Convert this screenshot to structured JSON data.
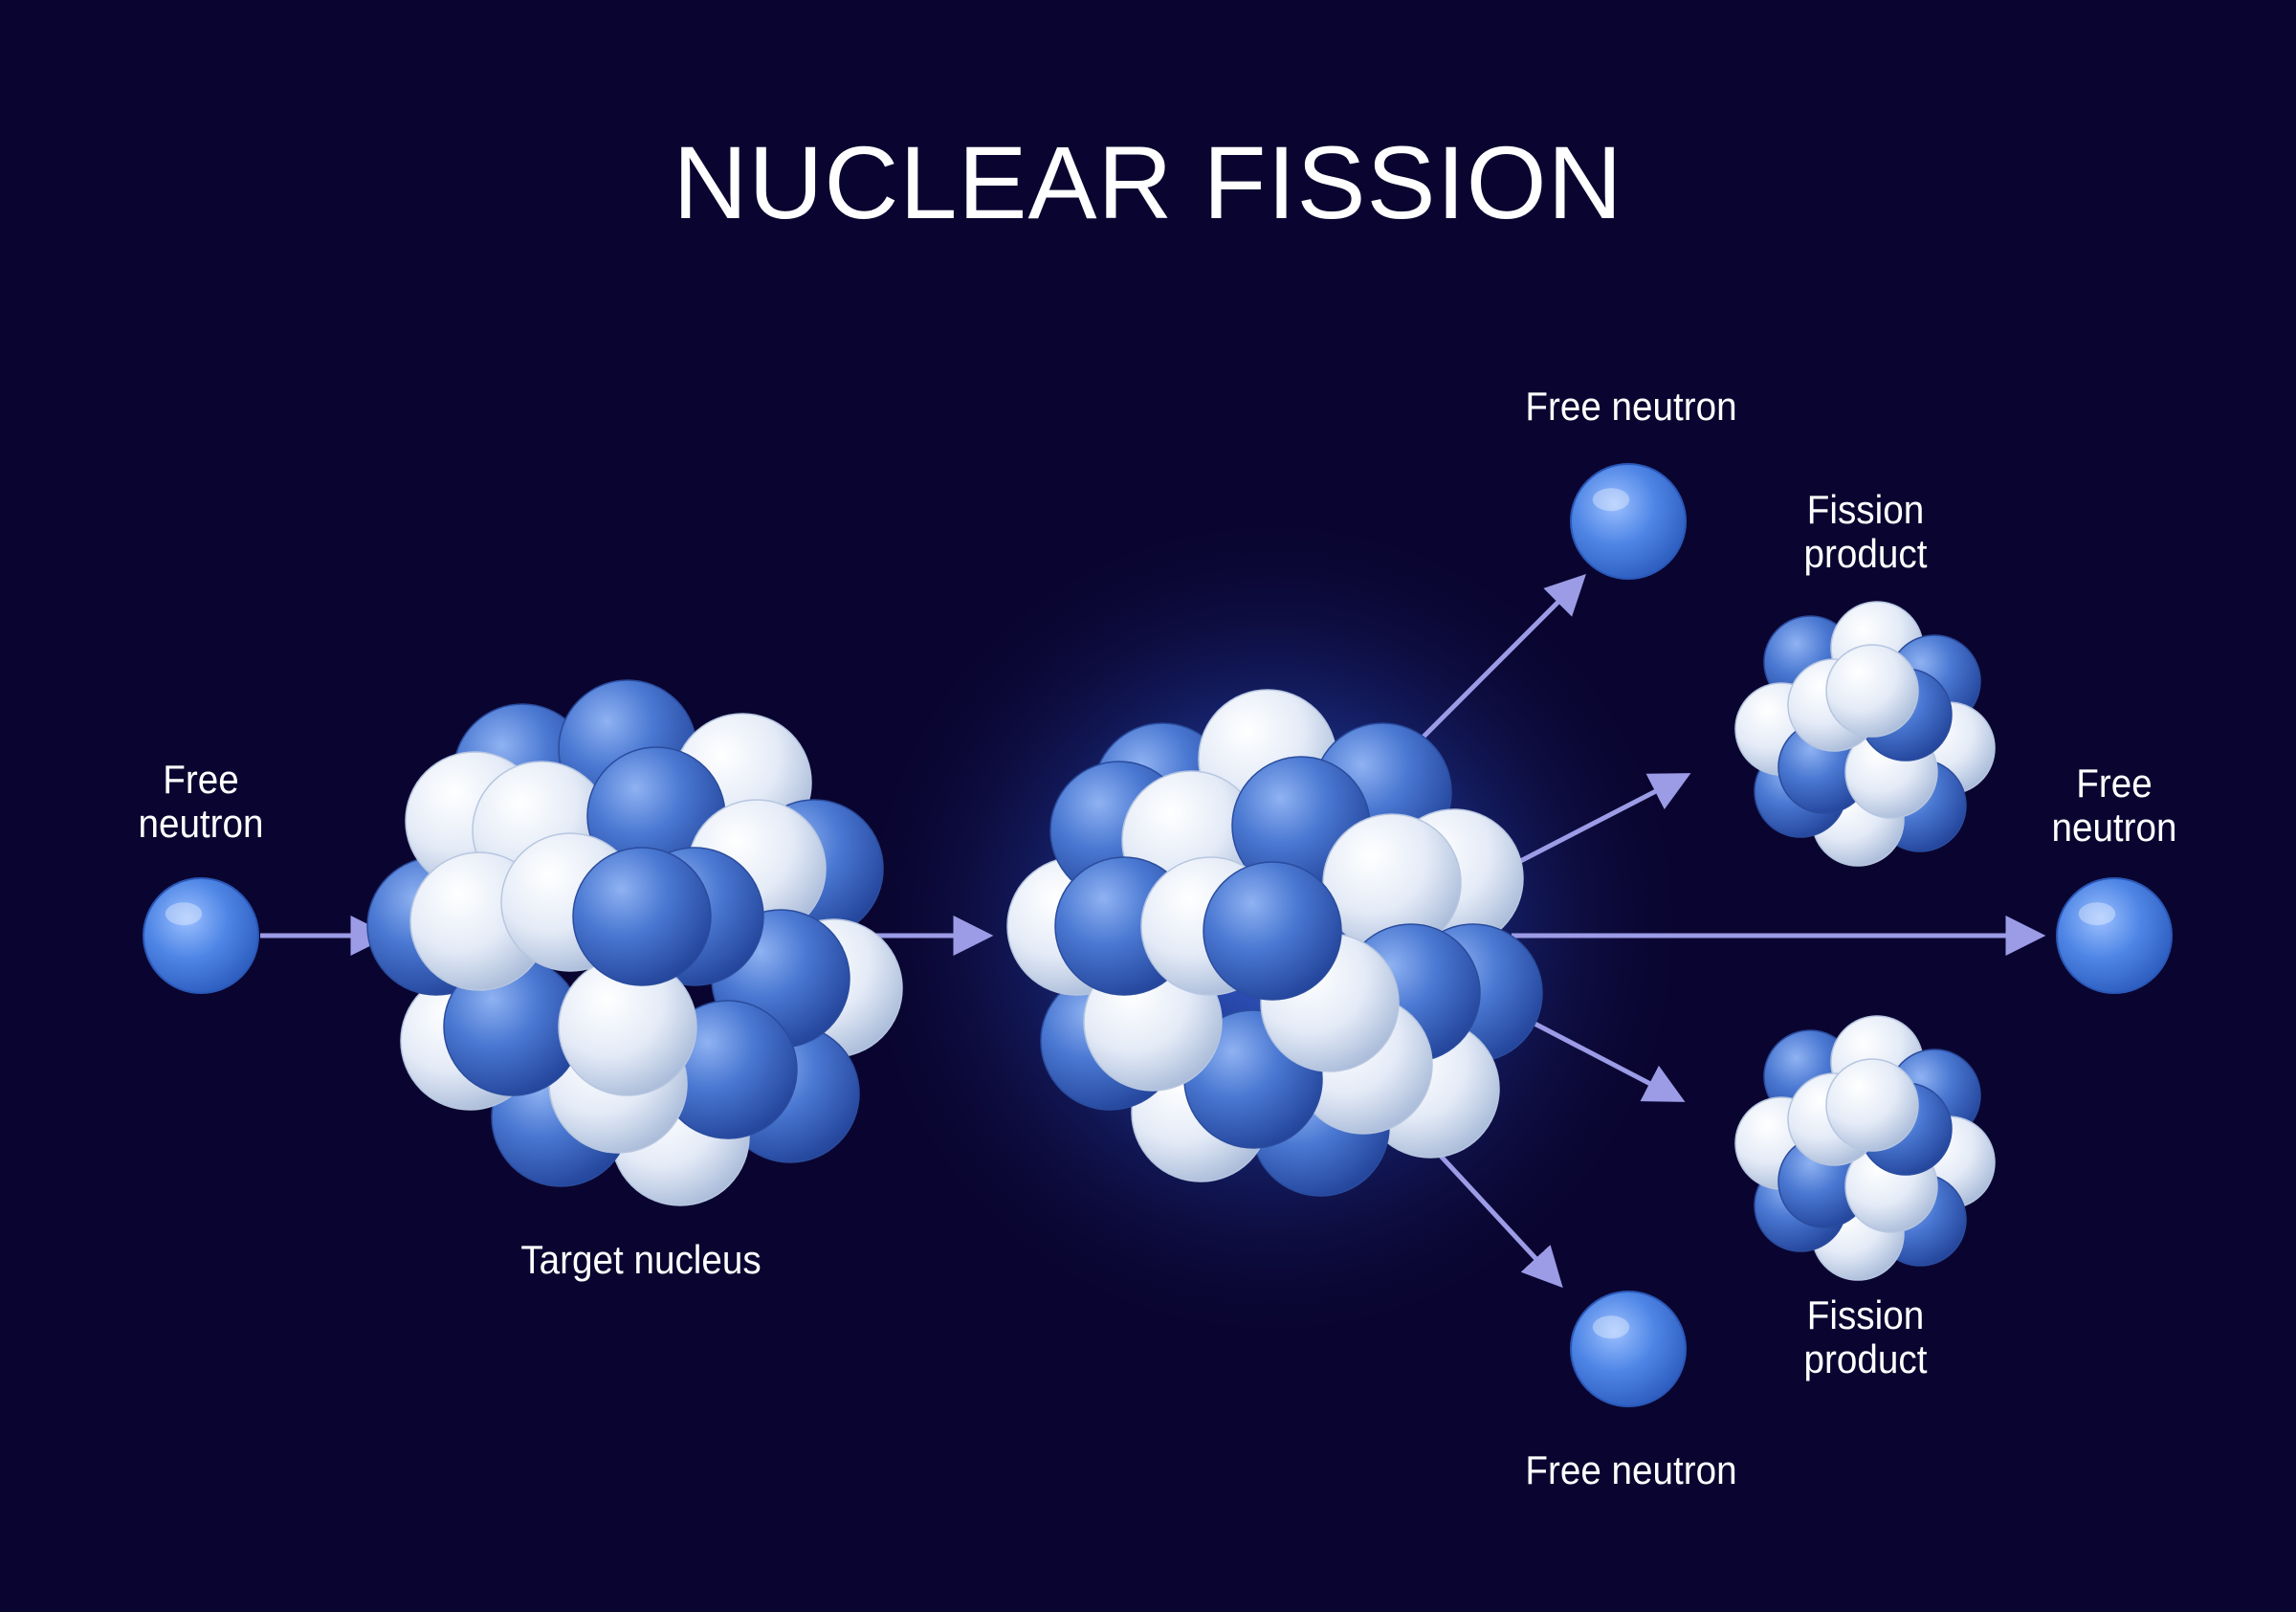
{
  "title": "NUCLEAR FISSION",
  "labels": {
    "free_neutron_in": [
      "Free",
      "neutron"
    ],
    "target_nucleus": "Target nucleus",
    "free_neutron_top": "Free neutron",
    "fission_product_top": [
      "Fission",
      "product"
    ],
    "free_neutron_right": [
      "Free",
      "neutron"
    ],
    "fission_product_bottom": [
      "Fission",
      "product"
    ],
    "free_neutron_bottom": "Free neutron"
  },
  "colors": {
    "background": "#0a0530",
    "nucleon_blue": "#3f6cc8",
    "nucleon_white": "#e8eef8",
    "arrow": "#9c9be6",
    "glow": "#2f55c8"
  }
}
